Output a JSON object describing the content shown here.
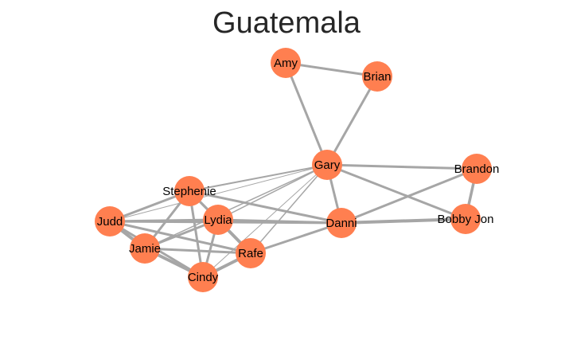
{
  "title": "Guatemala",
  "colors": {
    "node": "#ff7f50",
    "edge": "#a6a6a6",
    "label": "#000000",
    "title": "#262626"
  },
  "nodes": [
    {
      "id": "amy",
      "label": "Amy"
    },
    {
      "id": "brian",
      "label": "Brian"
    },
    {
      "id": "gary",
      "label": "Gary"
    },
    {
      "id": "brandon",
      "label": "Brandon"
    },
    {
      "id": "stephenie",
      "label": "Stephenie"
    },
    {
      "id": "judd",
      "label": "Judd"
    },
    {
      "id": "lydia",
      "label": "Lydia"
    },
    {
      "id": "danni",
      "label": "Danni"
    },
    {
      "id": "bobbyjon",
      "label": "Bobby Jon"
    },
    {
      "id": "jamie",
      "label": "Jamie"
    },
    {
      "id": "rafe",
      "label": "Rafe"
    },
    {
      "id": "cindy",
      "label": "Cindy"
    }
  ],
  "edges": [
    {
      "source": "amy",
      "target": "brian",
      "weight": 3
    },
    {
      "source": "amy",
      "target": "gary",
      "weight": 3
    },
    {
      "source": "brian",
      "target": "gary",
      "weight": 3
    },
    {
      "source": "gary",
      "target": "brandon",
      "weight": 3
    },
    {
      "source": "gary",
      "target": "bobbyjon",
      "weight": 3
    },
    {
      "source": "gary",
      "target": "danni",
      "weight": 3
    },
    {
      "source": "gary",
      "target": "stephenie",
      "weight": 2
    },
    {
      "source": "gary",
      "target": "lydia",
      "weight": 1.5
    },
    {
      "source": "gary",
      "target": "jamie",
      "weight": 1.5
    },
    {
      "source": "gary",
      "target": "rafe",
      "weight": 1.5
    },
    {
      "source": "gary",
      "target": "cindy",
      "weight": 1
    },
    {
      "source": "gary",
      "target": "judd",
      "weight": 1
    },
    {
      "source": "brandon",
      "target": "bobbyjon",
      "weight": 3.5
    },
    {
      "source": "brandon",
      "target": "danni",
      "weight": 3
    },
    {
      "source": "danni",
      "target": "bobbyjon",
      "weight": 4
    },
    {
      "source": "danni",
      "target": "stephenie",
      "weight": 3
    },
    {
      "source": "danni",
      "target": "judd",
      "weight": 3
    },
    {
      "source": "danni",
      "target": "lydia",
      "weight": 3
    },
    {
      "source": "danni",
      "target": "rafe",
      "weight": 3
    },
    {
      "source": "stephenie",
      "target": "judd",
      "weight": 3
    },
    {
      "source": "stephenie",
      "target": "lydia",
      "weight": 3
    },
    {
      "source": "stephenie",
      "target": "jamie",
      "weight": 3
    },
    {
      "source": "stephenie",
      "target": "rafe",
      "weight": 3
    },
    {
      "source": "stephenie",
      "target": "cindy",
      "weight": 3
    },
    {
      "source": "judd",
      "target": "lydia",
      "weight": 3
    },
    {
      "source": "judd",
      "target": "jamie",
      "weight": 4
    },
    {
      "source": "judd",
      "target": "rafe",
      "weight": 3
    },
    {
      "source": "judd",
      "target": "cindy",
      "weight": 3
    },
    {
      "source": "lydia",
      "target": "jamie",
      "weight": 3
    },
    {
      "source": "lydia",
      "target": "rafe",
      "weight": 4
    },
    {
      "source": "lydia",
      "target": "cindy",
      "weight": 3
    },
    {
      "source": "jamie",
      "target": "rafe",
      "weight": 3
    },
    {
      "source": "jamie",
      "target": "cindy",
      "weight": 4
    },
    {
      "source": "rafe",
      "target": "cindy",
      "weight": 4
    }
  ]
}
